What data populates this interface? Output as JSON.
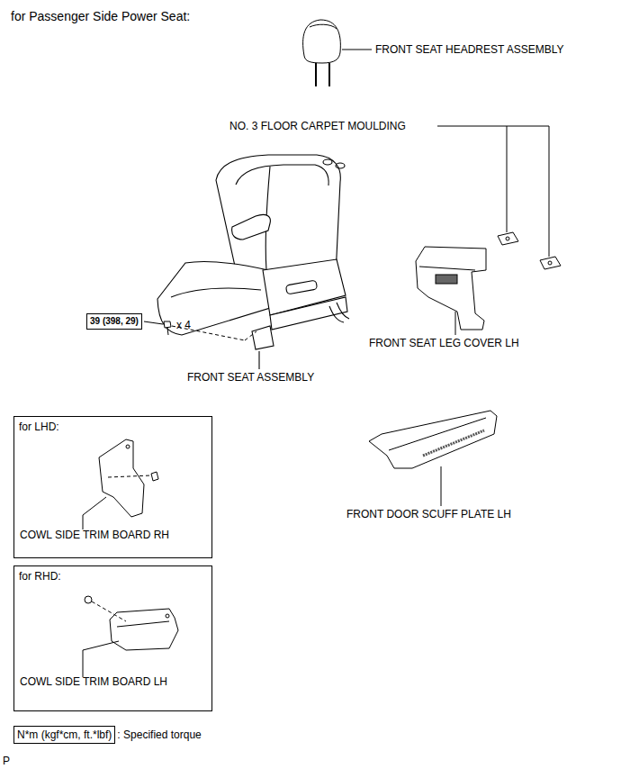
{
  "diagram": {
    "title": "for Passenger Side Power Seat:",
    "nodes": [
      {
        "text": [
          "for LHD:",
          "COWL SIDE TRIM BOARD RH"
        ]
      },
      {
        "text": [
          "for RHD:",
          "COWL SIDE TRIM BOARD LH"
        ]
      },
      {
        "text": [
          "39 (398, 29)"
        ]
      },
      {
        "text": [
          "N*m (kgf*cm, ft.*lbf)"
        ]
      }
    ],
    "labels": [
      "FRONT SEAT HEADREST ASSEMBLY",
      "NO. 3 FLOOR CARPET MOULDING",
      "x 4",
      "FRONT SEAT ASSEMBLY",
      "FRONT SEAT LEG COVER LH",
      "FRONT DOOR SCUFF PLATE LH",
      ": Specified torque",
      "P"
    ]
  }
}
